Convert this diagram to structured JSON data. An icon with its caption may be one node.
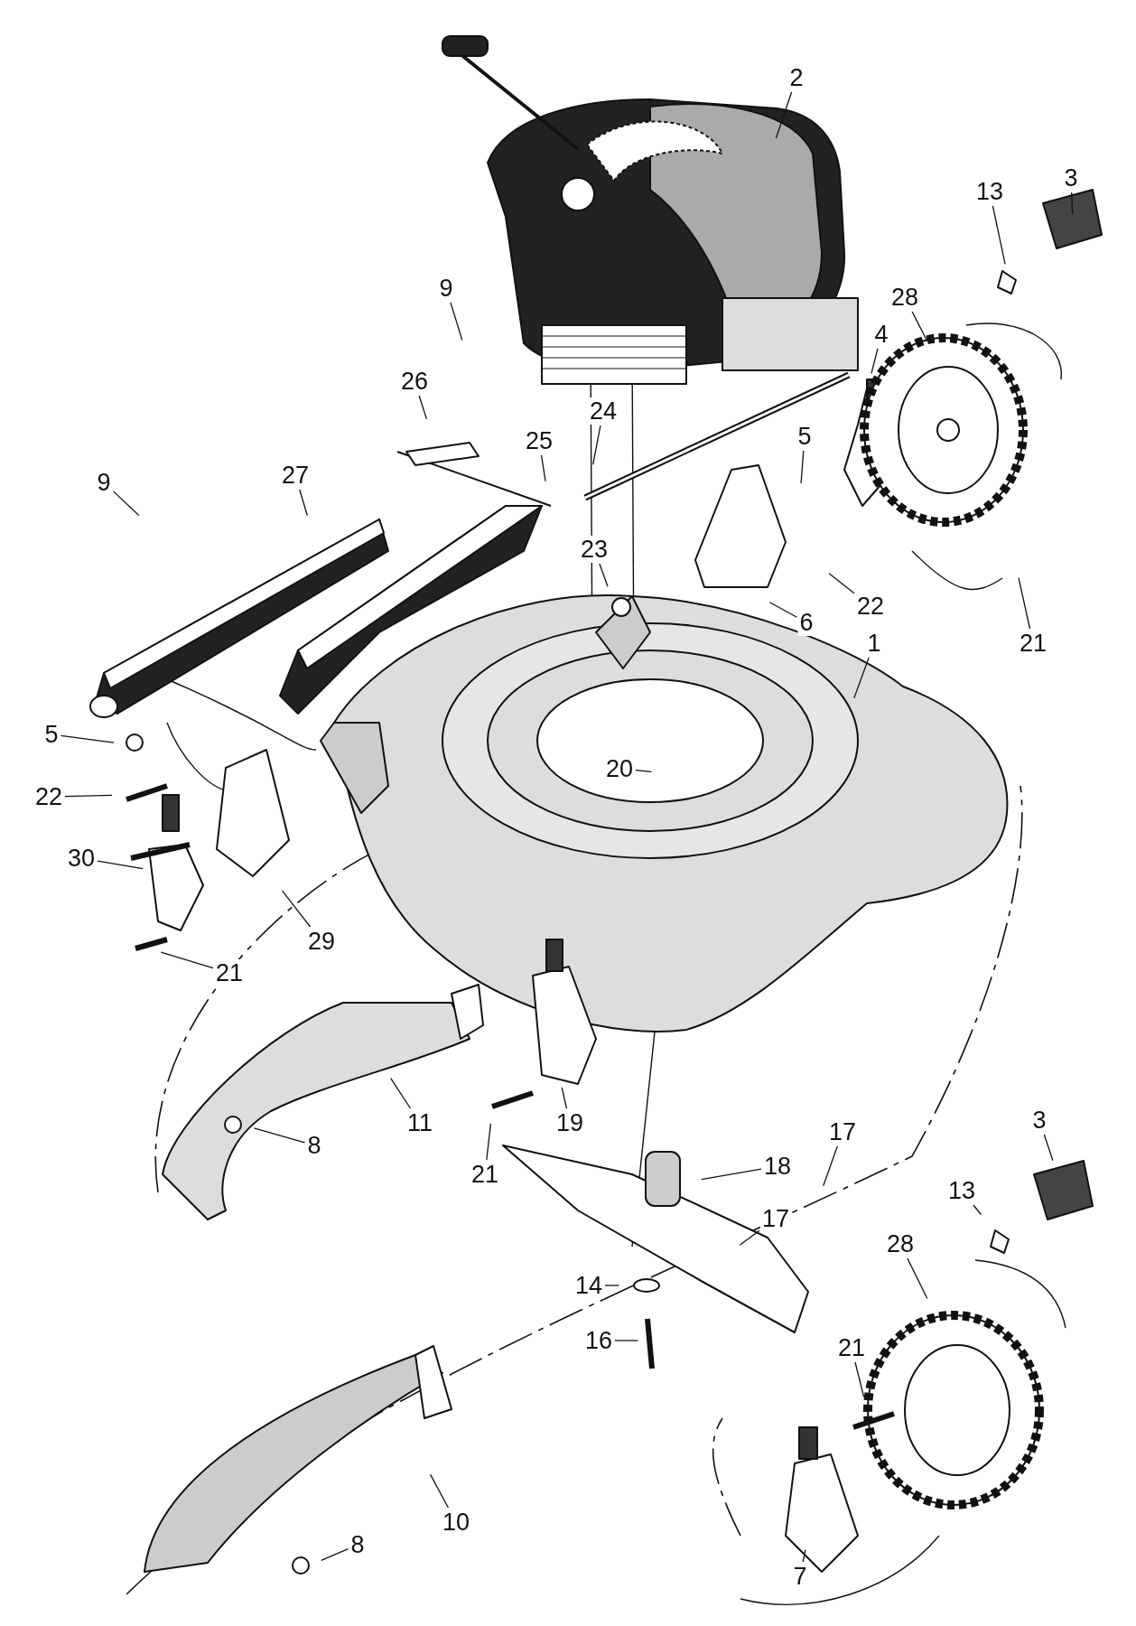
{
  "diagram": {
    "nodes": [
      {
        "text": [
          "2"
        ]
      },
      {
        "text": [
          "13"
        ]
      },
      {
        "text": [
          "3"
        ]
      },
      {
        "text": [
          "9"
        ]
      },
      {
        "text": [
          "28"
        ]
      },
      {
        "text": [
          "4"
        ]
      },
      {
        "text": [
          "26"
        ]
      },
      {
        "text": [
          "24"
        ]
      },
      {
        "text": [
          "9"
        ]
      },
      {
        "text": [
          "27"
        ]
      },
      {
        "text": [
          "25"
        ]
      },
      {
        "text": [
          "5"
        ]
      },
      {
        "text": [
          "23"
        ]
      },
      {
        "text": [
          "22"
        ]
      },
      {
        "text": [
          "6"
        ]
      },
      {
        "text": [
          "21"
        ]
      },
      {
        "text": [
          "1"
        ]
      },
      {
        "text": [
          "5"
        ]
      },
      {
        "text": [
          "20"
        ]
      },
      {
        "text": [
          "22"
        ]
      },
      {
        "text": [
          "30"
        ]
      },
      {
        "text": [
          "29"
        ]
      },
      {
        "text": [
          "21"
        ]
      },
      {
        "text": [
          "11"
        ]
      },
      {
        "text": [
          "8"
        ]
      },
      {
        "text": [
          "21"
        ]
      },
      {
        "text": [
          "19"
        ]
      },
      {
        "text": [
          "18"
        ]
      },
      {
        "text": [
          "17"
        ]
      },
      {
        "text": [
          "17"
        ]
      },
      {
        "text": [
          "3"
        ]
      },
      {
        "text": [
          "13"
        ]
      },
      {
        "text": [
          "28"
        ]
      },
      {
        "text": [
          "14"
        ]
      },
      {
        "text": [
          "16"
        ]
      },
      {
        "text": [
          "21"
        ]
      },
      {
        "text": [
          "10"
        ]
      },
      {
        "text": [
          "8"
        ]
      },
      {
        "text": [
          "7"
        ]
      }
    ],
    "edges": [
      {
        "from": 0,
        "to": null,
        "arrow": "none"
      },
      {
        "from": 1,
        "to": null,
        "arrow": "none"
      },
      {
        "from": 2,
        "to": null,
        "arrow": "none"
      },
      {
        "from": 3,
        "to": null,
        "arrow": "none"
      },
      {
        "from": 4,
        "to": null,
        "arrow": "none"
      },
      {
        "from": 5,
        "to": null,
        "arrow": "none"
      },
      {
        "from": 6,
        "to": null,
        "arrow": "none"
      },
      {
        "from": 7,
        "to": null,
        "arrow": "none"
      },
      {
        "from": 8,
        "to": null,
        "arrow": "none"
      },
      {
        "from": 9,
        "to": null,
        "arrow": "none"
      },
      {
        "from": 10,
        "to": null,
        "arrow": "none"
      },
      {
        "from": 11,
        "to": null,
        "arrow": "none"
      },
      {
        "from": 12,
        "to": null,
        "arrow": "none"
      },
      {
        "from": 13,
        "to": null,
        "arrow": "none"
      },
      {
        "from": 14,
        "to": null,
        "arrow": "none"
      },
      {
        "from": 15,
        "to": null,
        "arrow": "none"
      },
      {
        "from": 16,
        "to": null,
        "arrow": "none"
      },
      {
        "from": 17,
        "to": null,
        "arrow": "none"
      },
      {
        "from": 18,
        "to": null,
        "arrow": "none"
      },
      {
        "from": 19,
        "to": null,
        "arrow": "none"
      },
      {
        "from": 20,
        "to": null,
        "arrow": "none"
      },
      {
        "from": 21,
        "to": null,
        "arrow": "none"
      },
      {
        "from": 22,
        "to": null,
        "arrow": "none"
      },
      {
        "from": 23,
        "to": null,
        "arrow": "none"
      },
      {
        "from": 24,
        "to": null,
        "arrow": "none"
      },
      {
        "from": 25,
        "to": null,
        "arrow": "none"
      },
      {
        "from": 26,
        "to": null,
        "arrow": "none"
      },
      {
        "from": 27,
        "to": null,
        "arrow": "none"
      },
      {
        "from": 28,
        "to": null,
        "arrow": "none"
      },
      {
        "from": 29,
        "to": null,
        "arrow": "none"
      },
      {
        "from": 30,
        "to": null,
        "arrow": "none"
      },
      {
        "from": 31,
        "to": null,
        "arrow": "none"
      },
      {
        "from": 32,
        "to": null,
        "arrow": "none"
      },
      {
        "from": 33,
        "to": null,
        "arrow": "none"
      },
      {
        "from": 34,
        "to": null,
        "arrow": "none"
      },
      {
        "from": 35,
        "to": null,
        "arrow": "none"
      },
      {
        "from": 36,
        "to": null,
        "arrow": "none"
      },
      {
        "from": 37,
        "to": null,
        "arrow": "none"
      },
      {
        "from": 38,
        "to": null,
        "arrow": "none"
      }
    ]
  }
}
